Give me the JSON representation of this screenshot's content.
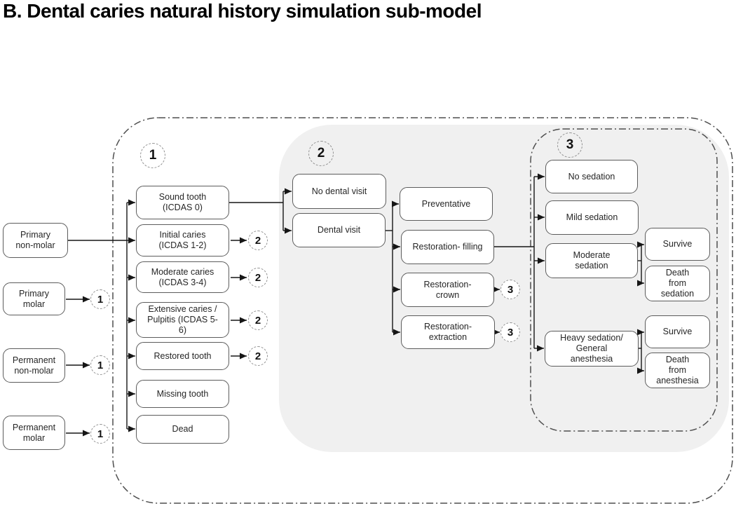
{
  "title": "B. Dental caries natural history simulation sub-model",
  "circled": {
    "one": "1",
    "two": "2",
    "three": "3"
  },
  "nodes": {
    "primary_non_molar": "Primary\nnon-molar",
    "primary_molar": "Primary\nmolar",
    "permanent_non_molar": "Permanent\nnon-molar",
    "permanent_molar": "Permanent\nmolar",
    "sound_tooth": "Sound tooth\n(ICDAS 0)",
    "initial_caries": "Initial caries\n(ICDAS 1-2)",
    "moderate_caries": "Moderate caries\n(ICDAS 3-4)",
    "extensive_caries": "Extensive caries /\nPulpitis (ICDAS 5-\n6)",
    "restored_tooth": "Restored tooth",
    "missing_tooth": "Missing tooth",
    "dead": "Dead",
    "no_dental_visit": "No dental visit",
    "dental_visit": "Dental visit",
    "preventative": "Preventative",
    "restoration_filling": "Restoration- filling",
    "restoration_crown": "Restoration-\ncrown",
    "restoration_extraction": "Restoration-\nextraction",
    "no_sedation": "No sedation",
    "mild_sedation": "Mild sedation",
    "moderate_sedation": "Moderate\nsedation",
    "survive_sedation": "Survive",
    "death_sedation": "Death\nfrom\nsedation",
    "heavy_sedation": "Heavy sedation/\nGeneral\nanesthesia",
    "survive_anesthesia": "Survive",
    "death_anesthesia": "Death\nfrom\nanesthesia"
  },
  "colors": {
    "section2_fill": "#f0f0f0",
    "box_border": "#5c5c5c",
    "line": "#161616",
    "boundary": "#4f4f4f"
  }
}
